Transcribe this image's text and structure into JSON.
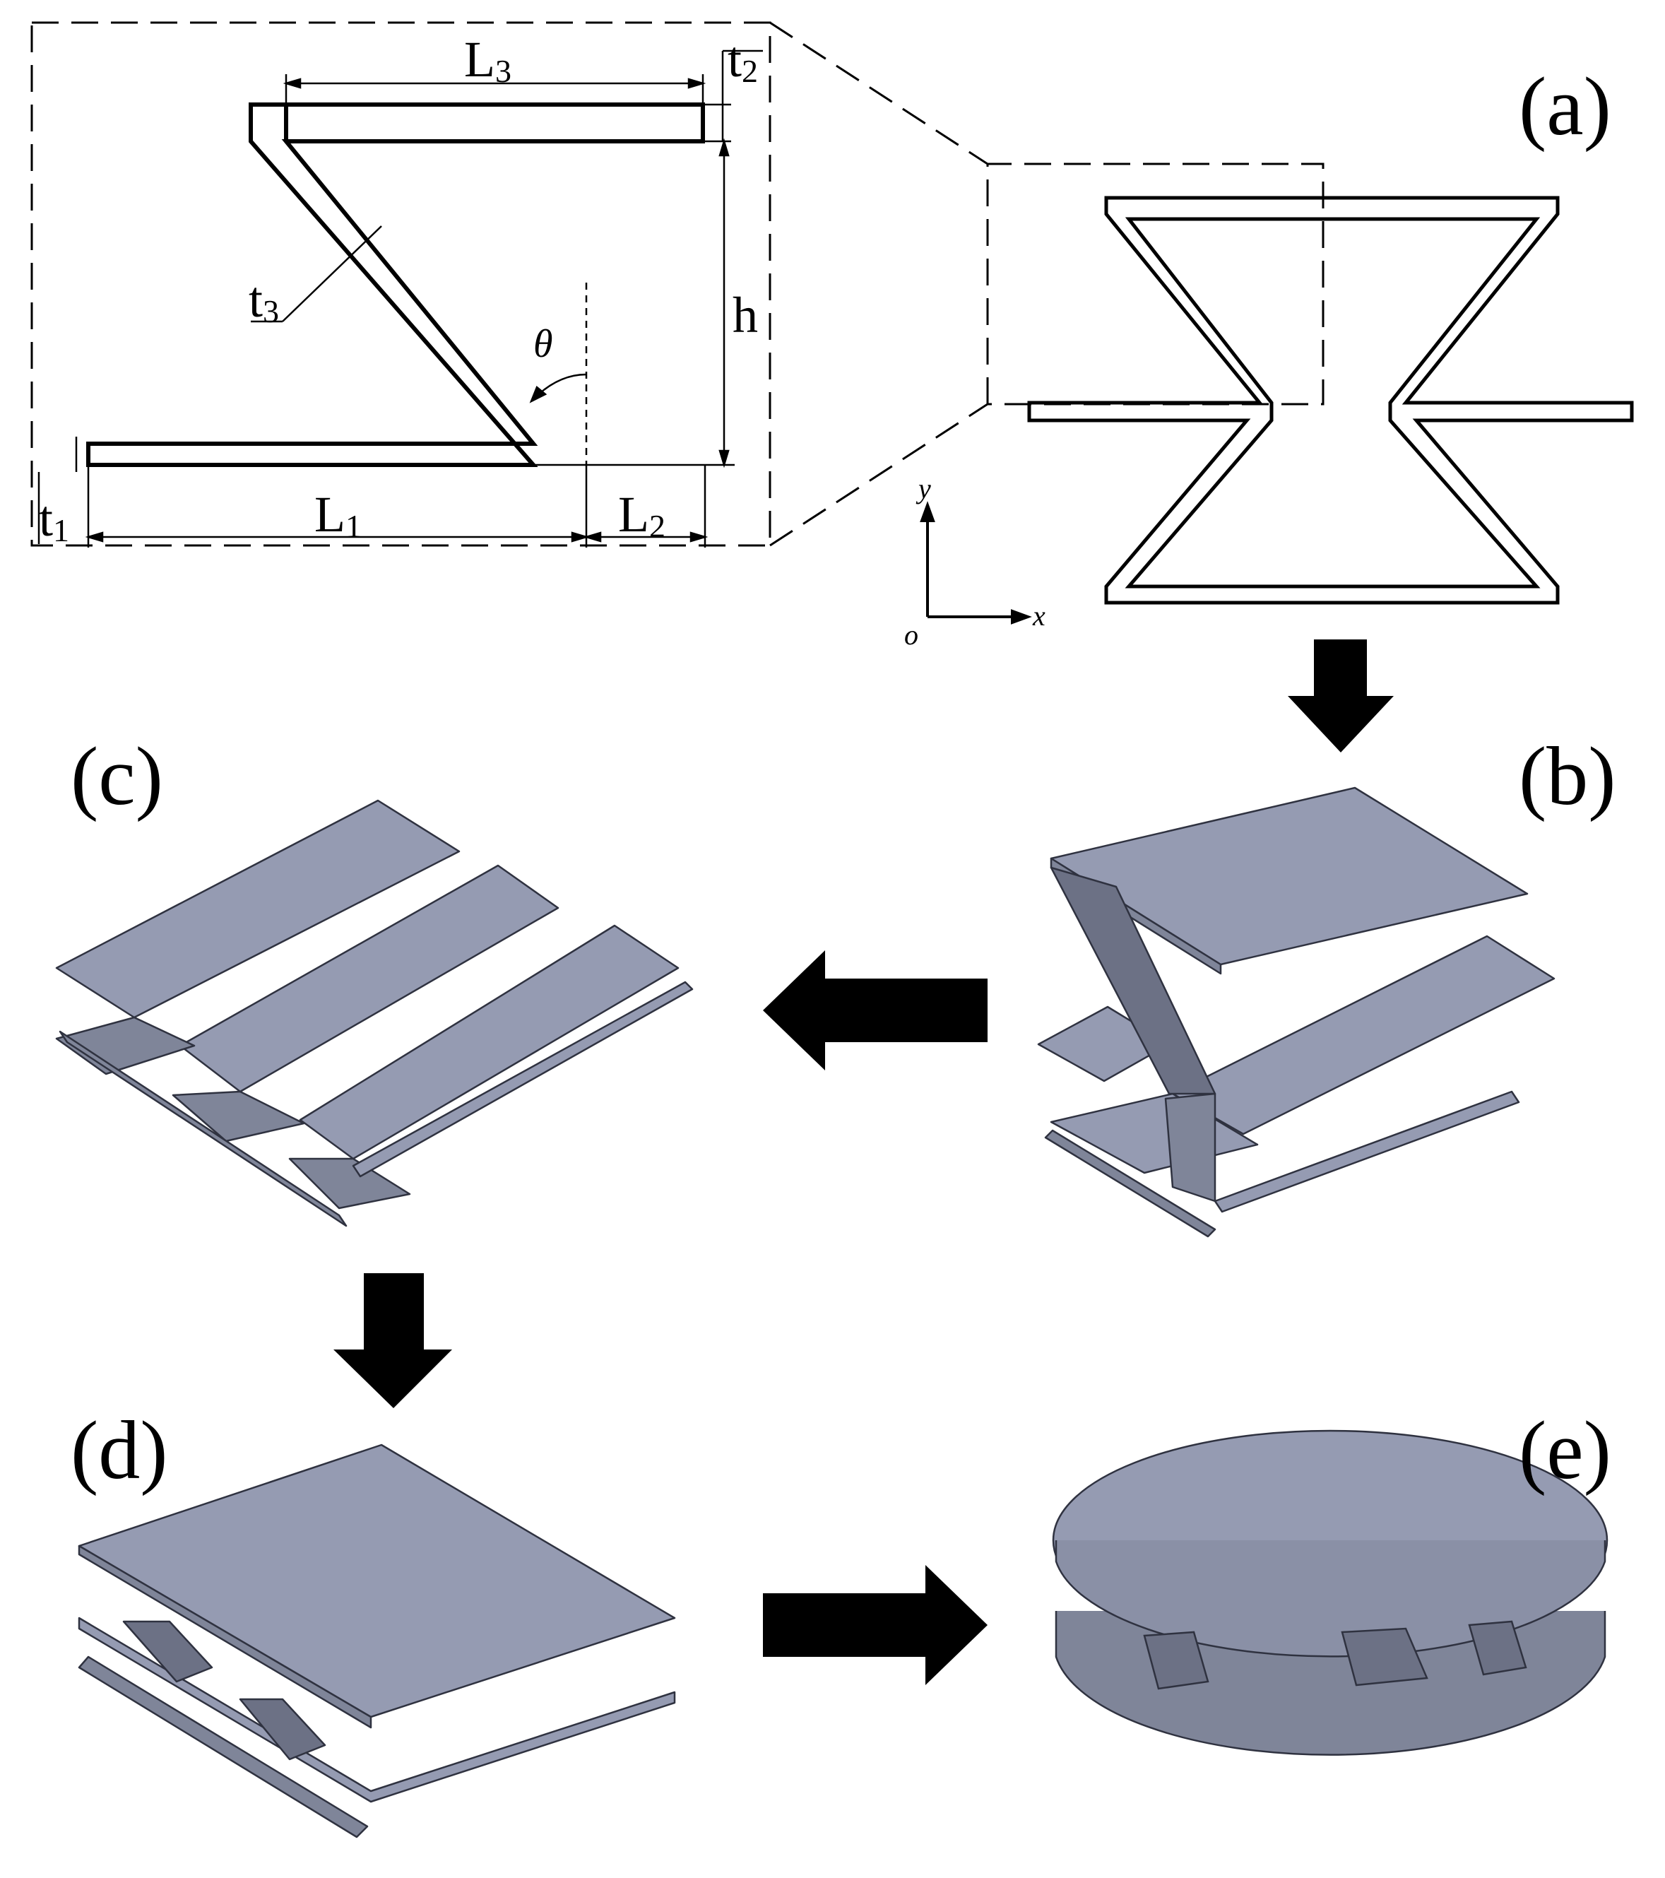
{
  "panels": {
    "a": "(a)",
    "b": "(b)",
    "c": "(c)",
    "d": "(d)",
    "e": "(e)"
  },
  "dimensions": {
    "L1": {
      "main": "L",
      "sub": "1"
    },
    "L2": {
      "main": "L",
      "sub": "2"
    },
    "L3": {
      "main": "L",
      "sub": "3"
    },
    "t1": {
      "main": "t",
      "sub": "1"
    },
    "t2": {
      "main": "t",
      "sub": "2"
    },
    "t3": {
      "main": "t",
      "sub": "3"
    },
    "h": "h",
    "theta": "θ"
  },
  "axes": {
    "x": "x",
    "y": "y",
    "origin": "o"
  },
  "colors": {
    "stroke": "#000000",
    "surface_top": "#959bb2",
    "surface_side": "#7f8599",
    "surface_dark": "#6c7185",
    "arrow": "#000000"
  }
}
